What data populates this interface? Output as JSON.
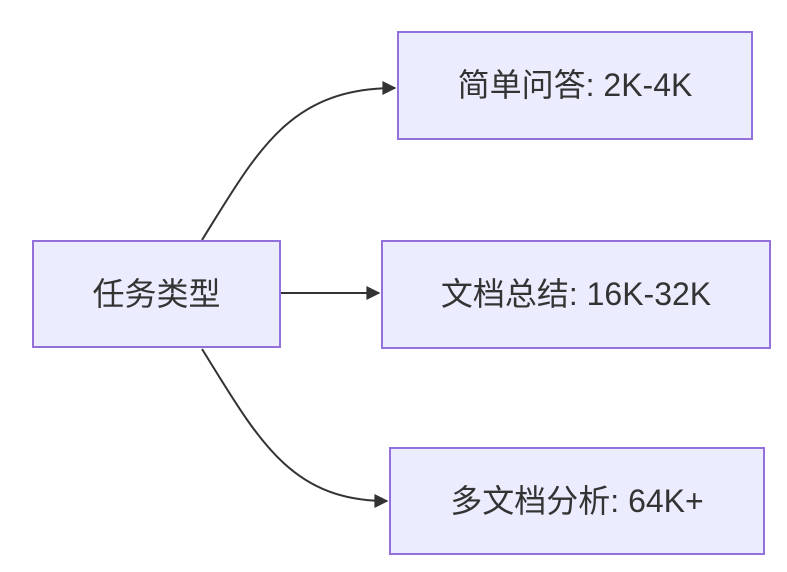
{
  "diagram": {
    "type": "flowchart-left-to-right",
    "colors": {
      "background": "#ffffff",
      "node_fill": "#ECECFF",
      "node_border": "#9370DB",
      "edge_color": "#333333",
      "text_color": "#333333"
    },
    "root": {
      "id": "task-type",
      "label": "任务类型"
    },
    "children": [
      {
        "id": "simple-qa",
        "label": "简单问答: 2K-4K"
      },
      {
        "id": "doc-summary",
        "label": "文档总结: 16K-32K"
      },
      {
        "id": "multi-doc-analysis",
        "label": "多文档分析: 64K+"
      }
    ],
    "edges": [
      {
        "from": "task-type",
        "to": "simple-qa"
      },
      {
        "from": "task-type",
        "to": "doc-summary"
      },
      {
        "from": "task-type",
        "to": "multi-doc-analysis"
      }
    ]
  }
}
